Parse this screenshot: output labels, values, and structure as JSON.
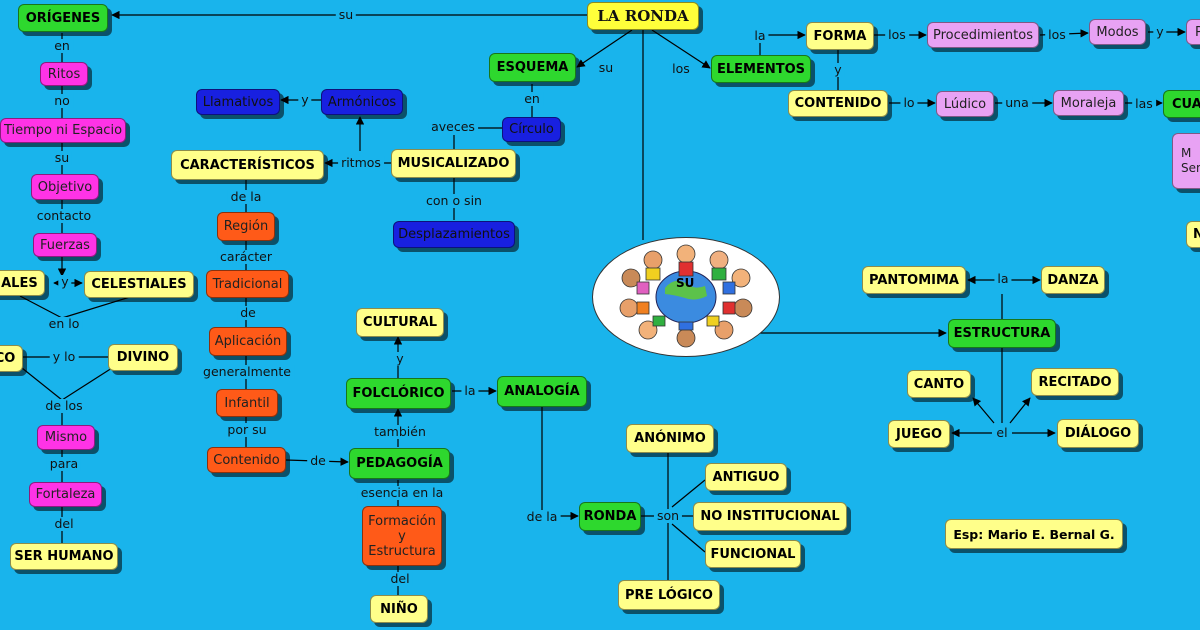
{
  "title": "LA RONDA",
  "image_label": "SU",
  "author": "Esp: Mario E. Bernal G.",
  "nodes": {
    "origenes": "ORÍGENES",
    "ritos": "Ritos",
    "tiempo": "Tiempo ni Espacio",
    "objetivo": "Objetivo",
    "fuerzas": "Fuerzas",
    "iales": "IALES",
    "celestiales": "CELESTIALES",
    "co": "CO",
    "divino": "DIVINO",
    "mismo": "Mismo",
    "fortaleza": "Fortaleza",
    "ser_humano": "SER HUMANO",
    "esquema": "ESQUEMA",
    "circulo": "Círculo",
    "musicalizado": "MUSICALIZADO",
    "armonicos": "Armónicos",
    "llamativos": "Llamativos",
    "caracteristicos": "CARACTERÍSTICOS",
    "desplazamientos": "Desplazamientos",
    "region": "Región",
    "tradicional": "Tradicional",
    "aplicacion": "Aplicación",
    "infantil": "Infantil",
    "contenido_o": "Contenido",
    "cultural": "CULTURAL",
    "folclorico": "FOLCLÓRICO",
    "analogia": "ANALOGÍA",
    "pedagogia": "PEDAGOGÍA",
    "formacion": "Formación y Estructura",
    "nino": "NIÑO",
    "ronda": "RONDA",
    "anonimo": "ANÓNIMO",
    "antiguo": "ANTIGUO",
    "no_institucional": "NO INSTITUCIONAL",
    "funcional": "FUNCIONAL",
    "pre_logico": "PRE LÓGICO",
    "elementos": "ELEMENTOS",
    "forma": "FORMA",
    "procedimientos": "Procedimientos",
    "modos": "Modos",
    "p_cut": "P",
    "contenido_y": "CONTENIDO",
    "ludico": "Lúdico",
    "moraleja": "Moraleja",
    "cua": "CUA",
    "m_cut": "M Sen I",
    "n_cut": "N",
    "pantomima": "PANTOMIMA",
    "danza": "DANZA",
    "estructura": "ESTRUCTURA",
    "canto": "CANTO",
    "recitado": "RECITADO",
    "juego": "JUEGO",
    "dialogo": "DIÁLOGO"
  },
  "links": {
    "su_origenes": "su",
    "en": "en",
    "no": "no",
    "su_obj": "su",
    "contacto": "contacto",
    "y_cel": "y",
    "en_lo": "en lo",
    "y_lo": "y lo",
    "de_los": "de los",
    "para": "para",
    "del_ser": "del",
    "su_esq": "su",
    "en_circ": "en",
    "aveces": "aveces",
    "y_arm": "y",
    "ritmos": "ritmos",
    "con_o_sin": "con o sin",
    "de_la": "de la",
    "caracter": "carácter",
    "de_ap": "de",
    "generalmente": "generalmente",
    "por_su": "por su",
    "de_ped": "de",
    "y_cult": "y",
    "la_anal": "la",
    "tambien": "también",
    "esencia": "esencia en la",
    "del_nino": "del",
    "de_la_ronda": "de la",
    "son": "son",
    "los_elem": "los",
    "la_forma": "la",
    "los_proc": "los",
    "los_modos": "los",
    "y_p": "y",
    "y_cont": "y",
    "lo": "lo",
    "una": "una",
    "las": "las",
    "la_danza": "la",
    "el": "el"
  }
}
